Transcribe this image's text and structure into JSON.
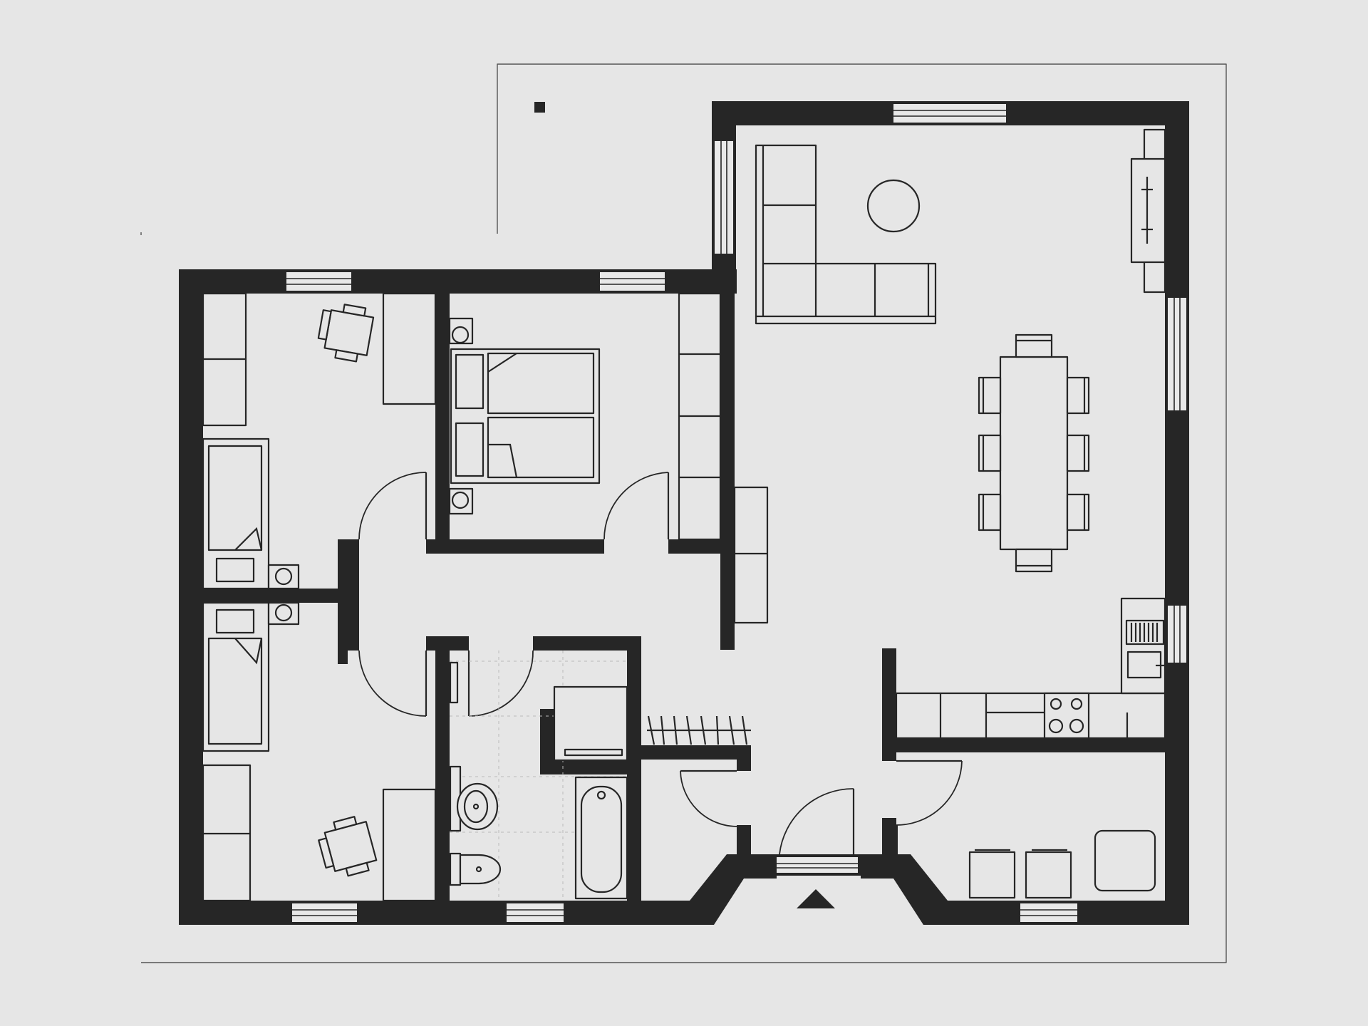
{
  "palette": {
    "background": "#e6e6e6",
    "wall": "#262626",
    "window_fill": "#e8e8e8",
    "plot_outline": "#555555"
  },
  "rooms": [
    "children-room-top",
    "master-bedroom",
    "children-room-bottom",
    "bathroom",
    "hallway",
    "storage",
    "entrance",
    "living-room",
    "dining-area",
    "kitchen",
    "utility-room"
  ],
  "icons": {
    "entrance": "triangle-arrow-icon",
    "plot_marker": "square-marker-icon"
  }
}
